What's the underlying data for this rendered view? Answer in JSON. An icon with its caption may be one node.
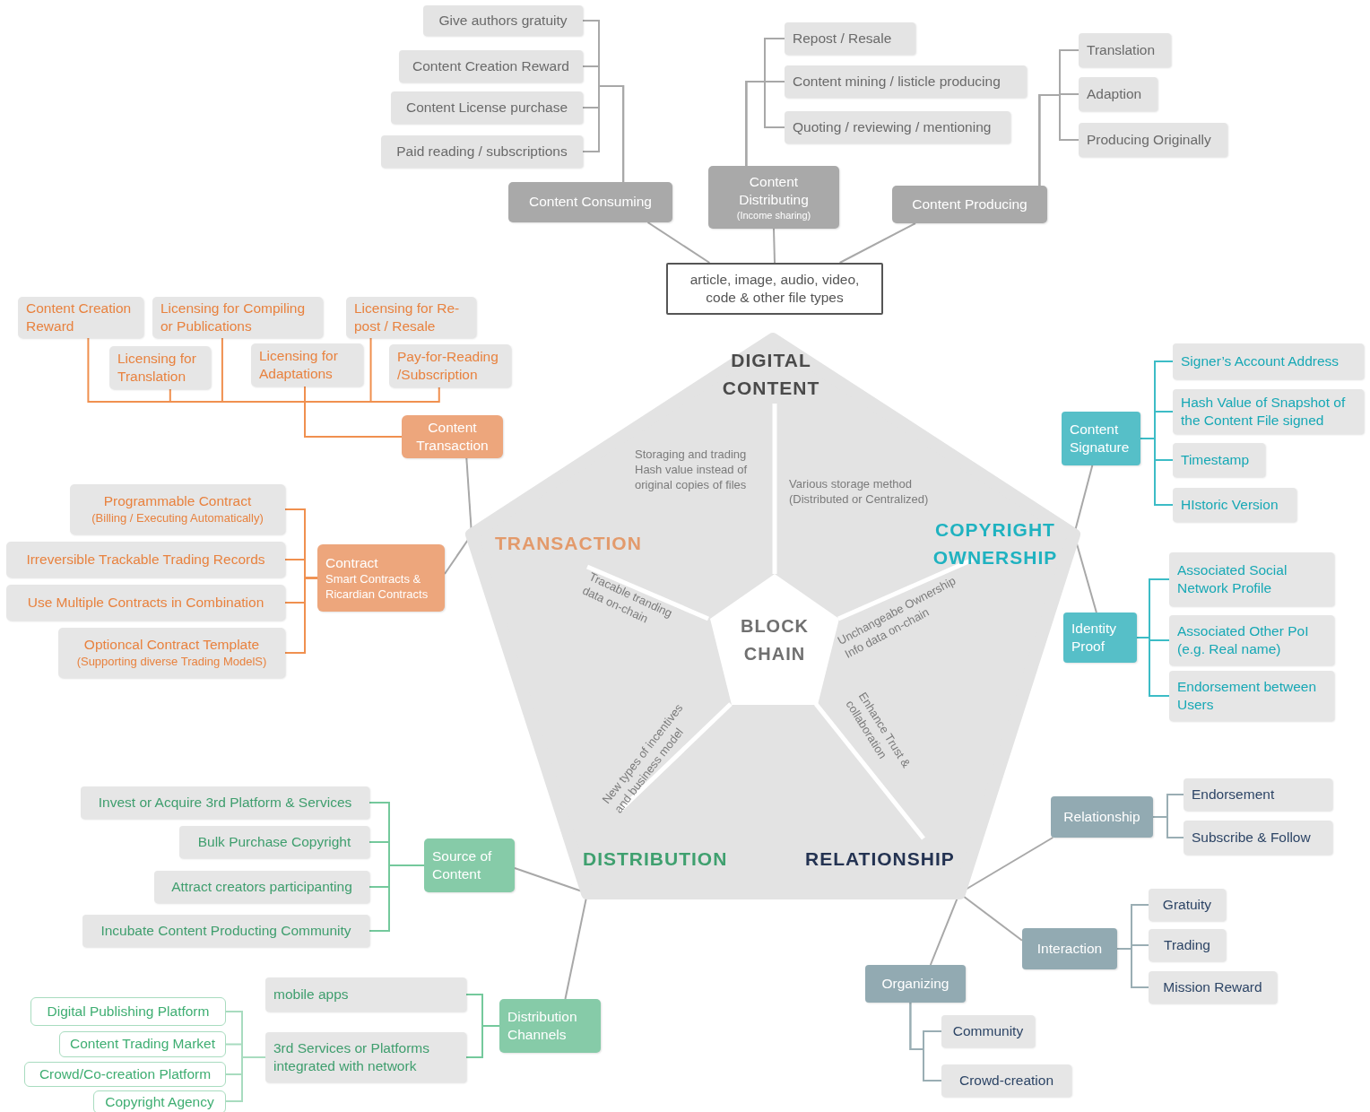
{
  "diagram": {
    "nodes": [
      {
        "text": [
          "DIGITAL CONTENT",
          "TRANSACTION",
          "COPYRIGHT OWNERSHIP",
          "DISTRIBUTION",
          "RELATIONSHIP"
        ]
      },
      {
        "text": [
          "BLOCK CHAIN"
        ],
        "in": 0
      },
      {
        "text": [
          "article, image, audio, video, code & other file types"
        ]
      },
      {
        "text": [
          "Content Consuming"
        ]
      },
      {
        "text": [
          "Content Distributing",
          "(Income sharing)"
        ]
      },
      {
        "text": [
          "Content Producing"
        ]
      },
      {
        "text": [
          "Give authors gratuity"
        ]
      },
      {
        "text": [
          "Content Creation Reward"
        ]
      },
      {
        "text": [
          "Content License purchase"
        ]
      },
      {
        "text": [
          "Paid reading / subscriptions"
        ]
      },
      {
        "text": [
          "Repost / Resale"
        ]
      },
      {
        "text": [
          "Content mining / listicle producing"
        ]
      },
      {
        "text": [
          "Quoting / reviewing / mentioning"
        ]
      },
      {
        "text": [
          "Translation"
        ]
      },
      {
        "text": [
          "Adaption"
        ]
      },
      {
        "text": [
          "Producing Originally"
        ]
      },
      {
        "text": [
          "Content Transaction"
        ]
      },
      {
        "text": [
          "Content Creation Reward"
        ]
      },
      {
        "text": [
          "Licensing for Compiling or Publications"
        ]
      },
      {
        "text": [
          "Licensing for Re-post / Resale"
        ]
      },
      {
        "text": [
          "Licensing for Translation"
        ]
      },
      {
        "text": [
          "Licensing for Adaptations"
        ]
      },
      {
        "text": [
          "Pay-for-Reading /Subscription"
        ]
      },
      {
        "text": [
          "Contract",
          "Smart Contracts & Ricardian Contracts"
        ]
      },
      {
        "text": [
          "Programmable Contract",
          "(Billing / Executing Automatically)"
        ]
      },
      {
        "text": [
          "Irreversible Trackable Trading Records"
        ]
      },
      {
        "text": [
          "Use Multiple Contracts in Combination"
        ]
      },
      {
        "text": [
          "Optioncal Contract Template",
          "(Supporting diverse Trading ModelS)"
        ]
      },
      {
        "text": [
          "Content Signature"
        ]
      },
      {
        "text": [
          "Signer’s Account Address"
        ]
      },
      {
        "text": [
          "Hash Value of Snapshot of the Content File signed"
        ]
      },
      {
        "text": [
          "Timestamp"
        ]
      },
      {
        "text": [
          "HIstoric Version"
        ]
      },
      {
        "text": [
          "Identity Proof"
        ]
      },
      {
        "text": [
          "Associated Social Network Profile"
        ]
      },
      {
        "text": [
          "Associated Other PoI (e.g. Real name)"
        ]
      },
      {
        "text": [
          "Endorsement between Users"
        ]
      },
      {
        "text": [
          "Source of Content"
        ]
      },
      {
        "text": [
          "Invest or Acquire 3rd Platform & Services"
        ]
      },
      {
        "text": [
          "Bulk Purchase Copyright"
        ]
      },
      {
        "text": [
          "Attract creators participanting"
        ]
      },
      {
        "text": [
          "Incubate Content Producting Community"
        ]
      },
      {
        "text": [
          "Distribution Channels"
        ]
      },
      {
        "text": [
          "mobile apps"
        ]
      },
      {
        "text": [
          "3rd Services or Platforms integrated with network"
        ]
      },
      {
        "text": [
          "Digital Publishing Platform"
        ]
      },
      {
        "text": [
          "Content Trading Market"
        ]
      },
      {
        "text": [
          "Crowd/Co-creation Platform"
        ]
      },
      {
        "text": [
          "Copyright Agency"
        ]
      },
      {
        "text": [
          "Relationship"
        ]
      },
      {
        "text": [
          "Endorsement"
        ]
      },
      {
        "text": [
          "Subscribe & Follow"
        ]
      },
      {
        "text": [
          "Interaction"
        ]
      },
      {
        "text": [
          "Gratuity"
        ]
      },
      {
        "text": [
          "Trading"
        ]
      },
      {
        "text": [
          "Mission Reward"
        ]
      },
      {
        "text": [
          "Organizing"
        ]
      },
      {
        "text": [
          "Community"
        ]
      },
      {
        "text": [
          "Crowd-creation"
        ]
      }
    ],
    "edges": [
      {
        "from": 2,
        "to": 3,
        "arrow": "none"
      },
      {
        "from": 2,
        "to": 4,
        "arrow": "none"
      },
      {
        "from": 2,
        "to": 5,
        "arrow": "none"
      },
      {
        "from": 3,
        "to": 6,
        "arrow": "none"
      },
      {
        "from": 3,
        "to": 7,
        "arrow": "none"
      },
      {
        "from": 3,
        "to": 8,
        "arrow": "none"
      },
      {
        "from": 3,
        "to": 9,
        "arrow": "none"
      },
      {
        "from": 4,
        "to": 10,
        "arrow": "none"
      },
      {
        "from": 4,
        "to": 11,
        "arrow": "none"
      },
      {
        "from": 4,
        "to": 12,
        "arrow": "none"
      },
      {
        "from": 5,
        "to": 13,
        "arrow": "none"
      },
      {
        "from": 5,
        "to": 14,
        "arrow": "none"
      },
      {
        "from": 5,
        "to": 15,
        "arrow": "none"
      },
      {
        "from": 0,
        "to": 16,
        "arrow": "none"
      },
      {
        "from": 0,
        "to": 23,
        "arrow": "none"
      },
      {
        "from": 16,
        "to": 17,
        "arrow": "none",
        "color": "#f0904f"
      },
      {
        "from": 16,
        "to": 18,
        "arrow": "none",
        "color": "#f0904f"
      },
      {
        "from": 16,
        "to": 19,
        "arrow": "none",
        "color": "#f0904f"
      },
      {
        "from": 16,
        "to": 20,
        "arrow": "none",
        "color": "#f0904f"
      },
      {
        "from": 16,
        "to": 21,
        "arrow": "none",
        "color": "#f0904f"
      },
      {
        "from": 16,
        "to": 22,
        "arrow": "none",
        "color": "#f0904f"
      },
      {
        "from": 23,
        "to": 24,
        "arrow": "none",
        "color": "#f0904f"
      },
      {
        "from": 23,
        "to": 25,
        "arrow": "none",
        "color": "#f0904f"
      },
      {
        "from": 23,
        "to": 26,
        "arrow": "none",
        "color": "#f0904f"
      },
      {
        "from": 23,
        "to": 27,
        "arrow": "none",
        "color": "#f0904f"
      },
      {
        "from": 0,
        "to": 28,
        "arrow": "none"
      },
      {
        "from": 0,
        "to": 33,
        "arrow": "none"
      },
      {
        "from": 28,
        "to": 29,
        "arrow": "none",
        "color": "#3cbcc6"
      },
      {
        "from": 28,
        "to": 30,
        "arrow": "none",
        "color": "#3cbcc6"
      },
      {
        "from": 28,
        "to": 31,
        "arrow": "none",
        "color": "#3cbcc6"
      },
      {
        "from": 28,
        "to": 32,
        "arrow": "none",
        "color": "#3cbcc6"
      },
      {
        "from": 33,
        "to": 34,
        "arrow": "none",
        "color": "#3cbcc6"
      },
      {
        "from": 33,
        "to": 35,
        "arrow": "none",
        "color": "#3cbcc6"
      },
      {
        "from": 33,
        "to": 36,
        "arrow": "none",
        "color": "#3cbcc6"
      },
      {
        "from": 0,
        "to": 37,
        "arrow": "none"
      },
      {
        "from": 0,
        "to": 42,
        "arrow": "none"
      },
      {
        "from": 37,
        "to": 38,
        "arrow": "none",
        "color": "#74c99c"
      },
      {
        "from": 37,
        "to": 39,
        "arrow": "none",
        "color": "#74c99c"
      },
      {
        "from": 37,
        "to": 40,
        "arrow": "none",
        "color": "#74c99c"
      },
      {
        "from": 37,
        "to": 41,
        "arrow": "none",
        "color": "#74c99c"
      },
      {
        "from": 42,
        "to": 43,
        "arrow": "none",
        "color": "#74c99c"
      },
      {
        "from": 42,
        "to": 44,
        "arrow": "none",
        "color": "#74c99c"
      },
      {
        "from": 44,
        "to": 45,
        "arrow": "none",
        "color": "#a8dcbf"
      },
      {
        "from": 44,
        "to": 46,
        "arrow": "none",
        "color": "#a8dcbf"
      },
      {
        "from": 44,
        "to": 47,
        "arrow": "none",
        "color": "#a8dcbf"
      },
      {
        "from": 44,
        "to": 48,
        "arrow": "none",
        "color": "#a8dcbf"
      },
      {
        "from": 0,
        "to": 49,
        "arrow": "none"
      },
      {
        "from": 0,
        "to": 52,
        "arrow": "none"
      },
      {
        "from": 0,
        "to": 56,
        "arrow": "none"
      },
      {
        "from": 49,
        "to": 50,
        "arrow": "none",
        "color": "#9aaeb4"
      },
      {
        "from": 49,
        "to": 51,
        "arrow": "none",
        "color": "#9aaeb4"
      },
      {
        "from": 52,
        "to": 53,
        "arrow": "none",
        "color": "#9aaeb4"
      },
      {
        "from": 52,
        "to": 54,
        "arrow": "none",
        "color": "#9aaeb4"
      },
      {
        "from": 52,
        "to": 55,
        "arrow": "none",
        "color": "#9aaeb4"
      },
      {
        "from": 56,
        "to": 57,
        "arrow": "none",
        "color": "#9aaeb4"
      },
      {
        "from": 56,
        "to": 58,
        "arrow": "none",
        "color": "#9aaeb4"
      }
    ],
    "labels": [
      "Storaging and trading Hash value instead of original copies of files",
      "Various storage method (Distributed or Centralized)",
      "Tracable tranding data on-chain",
      "Unchangeabe Ownership Info data on-chain",
      "New types of incentives and business model",
      "Enhance Trust & collaboration"
    ]
  }
}
